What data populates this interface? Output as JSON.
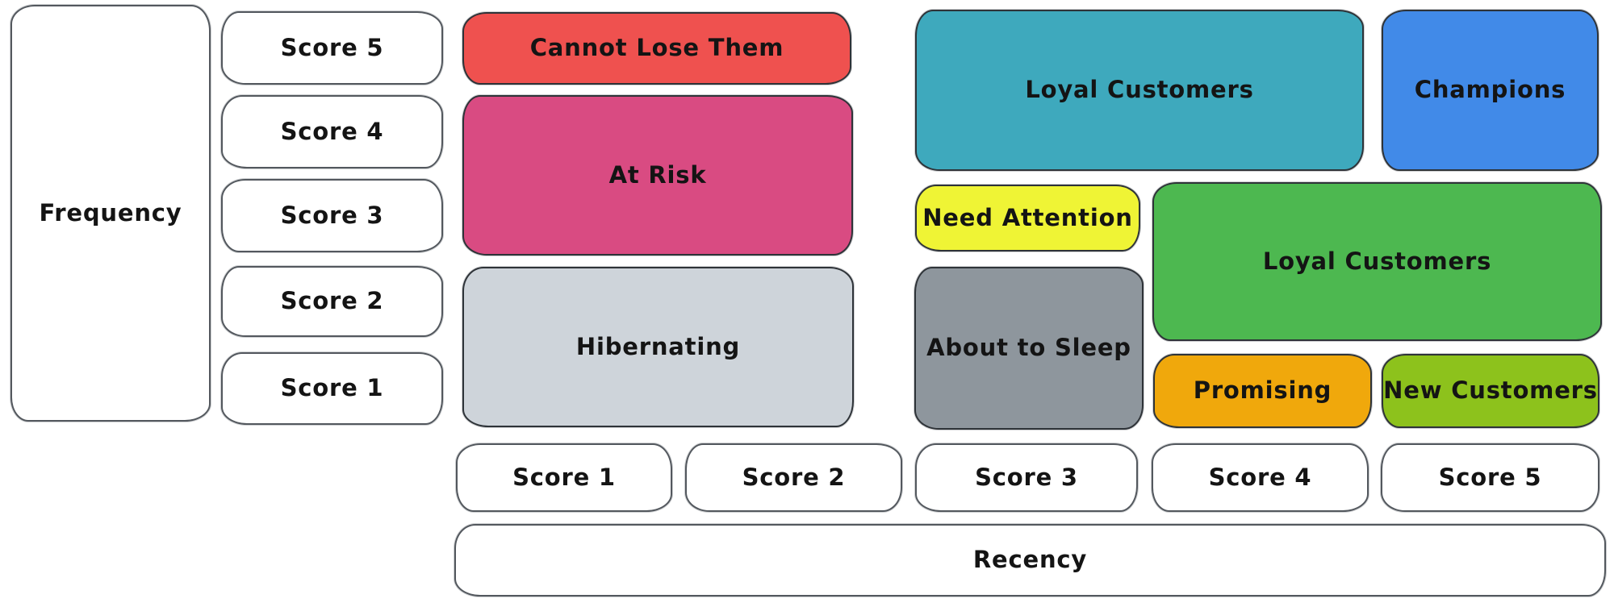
{
  "axes": {
    "y_label": "Frequency",
    "y_scores": [
      "Score 5",
      "Score 4",
      "Score 3",
      "Score 2",
      "Score 1"
    ],
    "x_label": "Recency",
    "x_scores": [
      "Score 1",
      "Score 2",
      "Score 3",
      "Score 4",
      "Score 5"
    ]
  },
  "segments": {
    "cannot_lose_them": {
      "label": "Cannot Lose Them",
      "color": "#ef514f"
    },
    "at_risk": {
      "label": "At Risk",
      "color": "#d94b82"
    },
    "hibernating": {
      "label": "Hibernating",
      "color": "#ced4da"
    },
    "loyal_customers_top": {
      "label": "Loyal Customers",
      "color": "#3ea9bd"
    },
    "champions": {
      "label": "Champions",
      "color": "#418ae8"
    },
    "need_attention": {
      "label": "Need Attention",
      "color": "#eff435"
    },
    "loyal_customers_mid": {
      "label": "Loyal Customers",
      "color": "#4db850"
    },
    "about_to_sleep": {
      "label": "About to Sleep",
      "color": "#8e969d"
    },
    "promising": {
      "label": "Promising",
      "color": "#f0a80c"
    },
    "new_customers": {
      "label": "New Customers",
      "color": "#8dc21c"
    }
  },
  "ui_colors": {
    "background": "#ffffff",
    "segment_border": "#2e3338",
    "white_box_border": "#53585e",
    "text": "#141414"
  }
}
